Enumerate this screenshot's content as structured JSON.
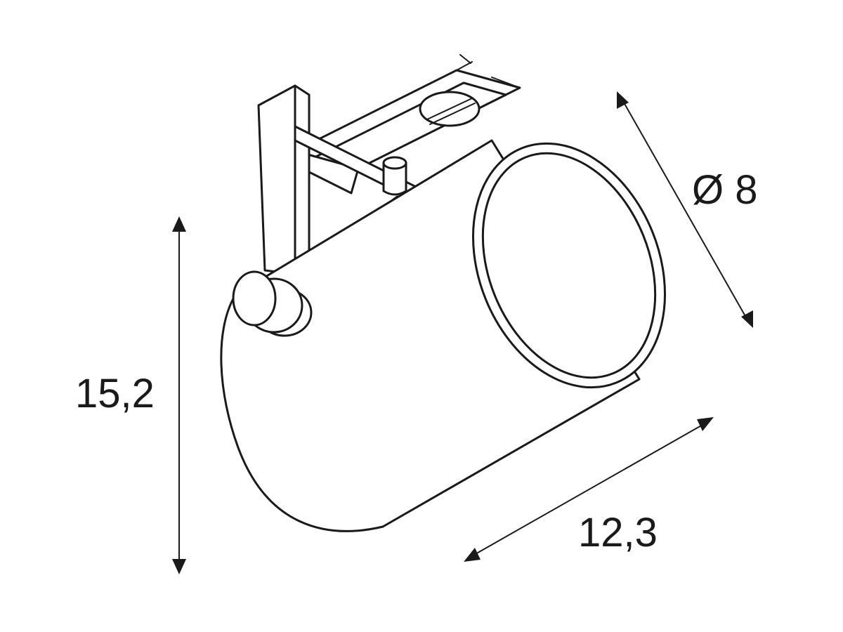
{
  "dimensions": {
    "height": "15,2",
    "length": "12,3",
    "diameter": "Ø 8"
  },
  "colors": {
    "line": "#1a1a1a",
    "background": "#ffffff"
  }
}
